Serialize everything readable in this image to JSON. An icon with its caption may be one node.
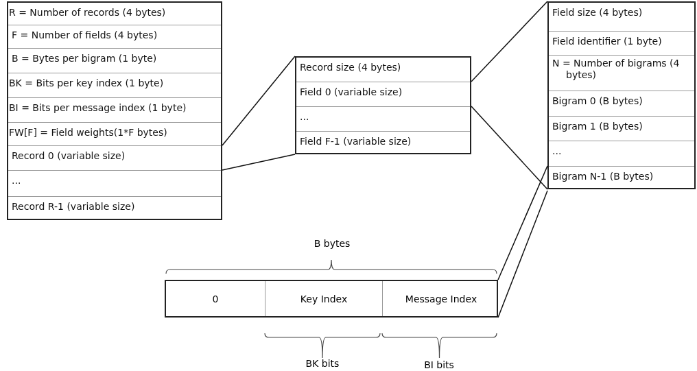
{
  "diagram": {
    "nodes": [
      {
        "text": [],
        "shape": "box"
      },
      {
        "text": [
          "R = Number of records (4 bytes)"
        ],
        "in": 0
      },
      {
        "text": [
          "F = Number of fields (4 bytes)"
        ],
        "in": 0
      },
      {
        "text": [
          "B = Bytes per bigram (1 byte)"
        ],
        "in": 0
      },
      {
        "text": [
          "BK = Bits per key index (1 byte)"
        ],
        "in": 0
      },
      {
        "text": [
          "BI = Bits per message index (1 byte)"
        ],
        "in": 0
      },
      {
        "text": [
          "FW[F] = Field weights(1*F bytes)"
        ],
        "in": 0
      },
      {
        "text": [
          "Record 0 (variable size)"
        ],
        "in": 0
      },
      {
        "text": [
          "..."
        ],
        "in": 0
      },
      {
        "text": [
          "Record R-1 (variable size)"
        ],
        "in": 0
      },
      {
        "text": [],
        "shape": "box"
      },
      {
        "text": [
          "Record size (4 bytes)"
        ],
        "in": 10
      },
      {
        "text": [
          "Field 0 (variable size)"
        ],
        "in": 10
      },
      {
        "text": [
          "..."
        ],
        "in": 10
      },
      {
        "text": [
          "Field F-1 (variable size)"
        ],
        "in": 10
      },
      {
        "text": [],
        "shape": "box"
      },
      {
        "text": [
          "Field size (4 bytes)"
        ],
        "in": 15
      },
      {
        "text": [
          "Field identifier (1 byte)"
        ],
        "in": 15
      },
      {
        "text": [
          "N = Number of bigrams (4 bytes)"
        ],
        "in": 15
      },
      {
        "text": [
          "Bigram 0 (B bytes)"
        ],
        "in": 15
      },
      {
        "text": [
          "Bigram 1 (B bytes)"
        ],
        "in": 15
      },
      {
        "text": [
          "..."
        ],
        "in": 15
      },
      {
        "text": [
          "Bigram N-1 (B bytes)"
        ],
        "in": 15
      },
      {
        "text": [],
        "shape": "box"
      },
      {
        "text": [
          "0"
        ],
        "in": 23
      },
      {
        "text": [
          "Key Index"
        ],
        "in": 23
      },
      {
        "text": [
          "Message Index"
        ],
        "in": 23
      }
    ],
    "edges": [
      {
        "from": 7,
        "to": 10,
        "arrow": "none"
      },
      {
        "from": 7,
        "to": 10,
        "arrow": "none"
      },
      {
        "from": 12,
        "to": 15,
        "arrow": "none"
      },
      {
        "from": 12,
        "to": 15,
        "arrow": "none"
      },
      {
        "from": 22,
        "to": 23,
        "arrow": "none"
      },
      {
        "from": 22,
        "to": 23,
        "arrow": "none"
      }
    ],
    "labels": [
      "B bytes",
      "BK bits",
      "BI bits"
    ]
  }
}
